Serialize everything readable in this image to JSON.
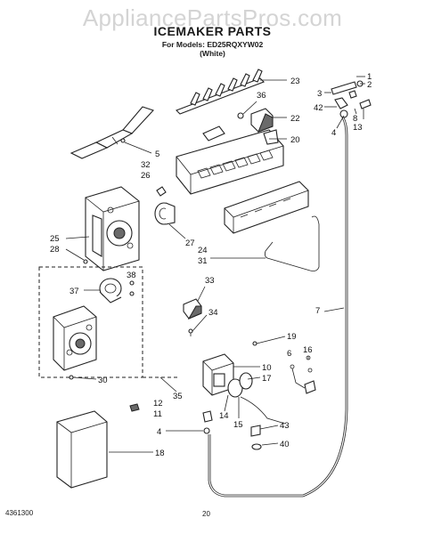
{
  "watermark": "AppliancePartsPros.com",
  "header": {
    "title": "ICEMAKER PARTS",
    "models_line": "For Models: ED25RQXYW02",
    "color_line": "(White)"
  },
  "footer": {
    "doc_number": "4361300",
    "page_number": "20"
  },
  "callouts": {
    "n1": "1",
    "n2": "2",
    "n3": "3",
    "n4a": "4",
    "n4b": "4",
    "n5": "5",
    "n6": "6",
    "n7": "7",
    "n8": "8",
    "n10": "10",
    "n11": "11",
    "n12": "12",
    "n13": "13",
    "n14": "14",
    "n15": "15",
    "n16": "16",
    "n17": "17",
    "n18": "18",
    "n19": "19",
    "n20": "20",
    "n22": "22",
    "n23": "23",
    "n24": "24",
    "n25": "25",
    "n26": "26",
    "n27": "27",
    "n28": "28",
    "n30": "30",
    "n31": "31",
    "n32": "32",
    "n33": "33",
    "n34": "34",
    "n35": "35",
    "n36": "36",
    "n37": "37",
    "n38": "38",
    "n40": "40",
    "n42": "42",
    "n43": "43"
  }
}
